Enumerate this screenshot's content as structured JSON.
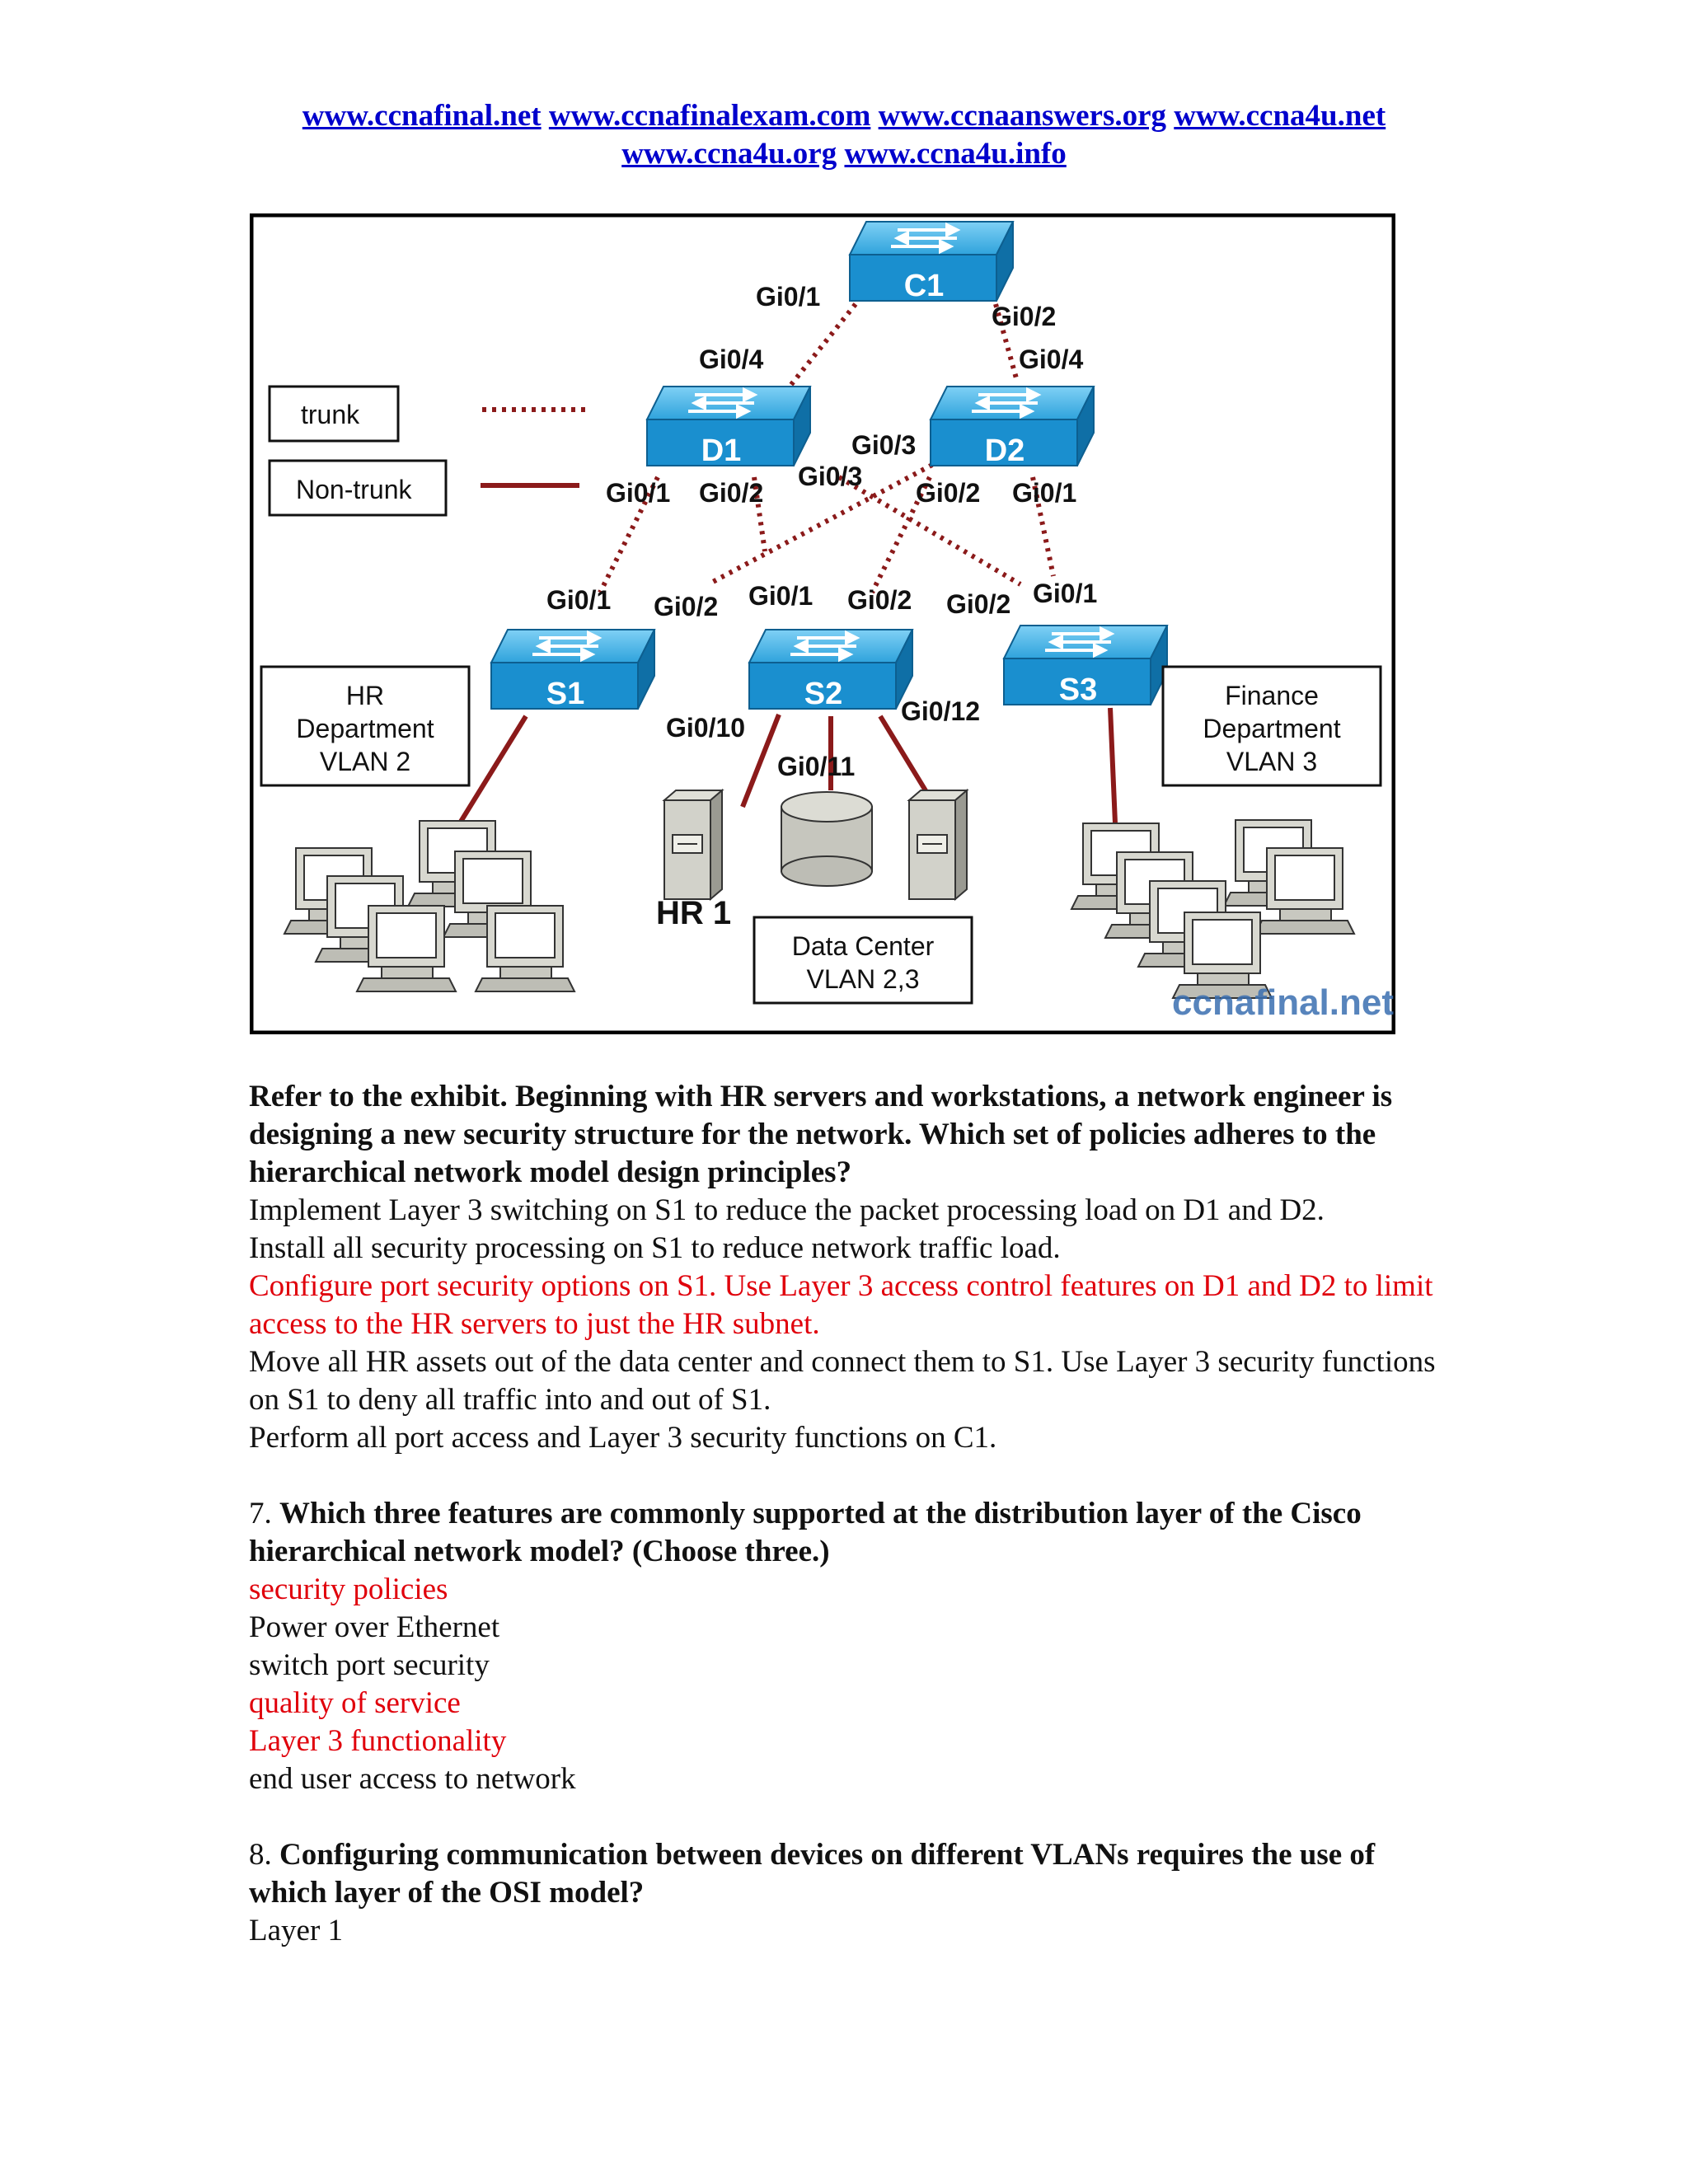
{
  "header_links": [
    "www.ccnafinal.net",
    "www.ccnafinalexam.com",
    "www.ccnaanswers.org",
    "www.ccna4u.net",
    "www.ccna4u.org",
    "www.ccna4u.info"
  ],
  "exhibit": {
    "switches": {
      "c1": "C1",
      "d1": "D1",
      "d2": "D2",
      "s1": "S1",
      "s2": "S2",
      "s3": "S3"
    },
    "ports": {
      "c1_d1": "Gi0/1",
      "c1_d2": "Gi0/2",
      "d1_up": "Gi0/4",
      "d2_up": "Gi0/4",
      "d2_cross": "Gi0/3",
      "d1_cross": "Gi0/3",
      "d1_s1": "Gi0/1",
      "d1_s2": "Gi0/2",
      "d2_s2": "Gi0/2",
      "d2_s3": "Gi0/1",
      "s1_up": "Gi0/1",
      "s1_d2": "Gi0/2",
      "s2_d1": "Gi0/1",
      "s2_d2": "Gi0/2",
      "s3_d1": "Gi0/2",
      "s3_up": "Gi0/1",
      "s2_hr": "Gi0/10",
      "s2_storage": "Gi0/11",
      "s2_server": "Gi0/12"
    },
    "legend": {
      "trunk": "trunk",
      "non_trunk": "Non-trunk"
    },
    "hr_box": [
      "HR",
      "Department",
      "VLAN 2"
    ],
    "finance_box": [
      "Finance",
      "Department",
      "VLAN 3"
    ],
    "datacenter_box": [
      "Data Center",
      "VLAN 2,3"
    ],
    "hr_server_label": "HR 1",
    "watermark": "ccnafinal.net",
    "colors": {
      "switch": "#1a8fcf",
      "trunk": "#8b1a1a",
      "link": "#8b1a1a"
    }
  },
  "q6": {
    "question": "Refer to the exhibit. Beginning with HR servers and workstations, a network engineer is designing a new security structure for the network. Which set of policies adheres to the hierarchical network model design principles?",
    "options": [
      {
        "text": "Implement Layer 3 switching on S1 to reduce the packet processing load on D1 and D2.",
        "correct": false
      },
      {
        "text": "Install all security processing on S1 to reduce network traffic load.",
        "correct": false
      },
      {
        "text": "Configure port security options on S1. Use Layer 3 access control features on D1 and D2 to limit access to the HR servers to just the HR subnet.",
        "correct": true
      },
      {
        "text": "Move all HR assets out of the data center and connect them to S1. Use Layer 3 security functions on S1 to deny all traffic into and out of S1.",
        "correct": false
      },
      {
        "text": "Perform all port access and Layer 3 security functions on C1.",
        "correct": false
      }
    ]
  },
  "q7": {
    "number": "7",
    "question": "Which three features are commonly supported at the distribution layer of the Cisco hierarchical network model? (Choose three.)",
    "options": [
      {
        "text": "security policies",
        "correct": true
      },
      {
        "text": "Power over Ethernet",
        "correct": false
      },
      {
        "text": "switch port security",
        "correct": false
      },
      {
        "text": "quality of service",
        "correct": true
      },
      {
        "text": "Layer 3 functionality",
        "correct": true
      },
      {
        "text": "end user access to network",
        "correct": false
      }
    ]
  },
  "q8": {
    "number": "8",
    "question": "Configuring communication between devices on different VLANs requires the use of which layer of the OSI model?",
    "options": [
      {
        "text": "Layer 1",
        "correct": false
      }
    ]
  }
}
